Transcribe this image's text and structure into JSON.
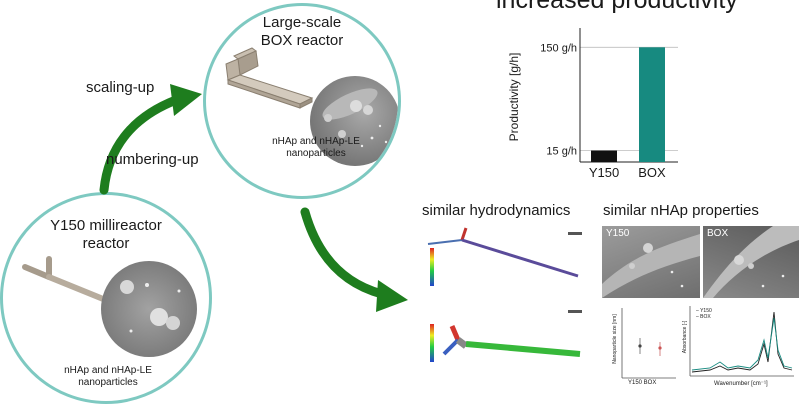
{
  "colors": {
    "circle_border": "#7ec9c1",
    "arrow_green": "#1e7d1e",
    "bar_y150": "#111111",
    "bar_box": "#178a80",
    "sem_gray": "#8f8f8f"
  },
  "top_right_title": "increased productivity",
  "large_circle": {
    "title_line1": "Large-scale",
    "title_line2": "BOX reactor",
    "caption_line1": "nHAp and nHAp-LE",
    "caption_line2": "nanoparticles"
  },
  "small_circle": {
    "title_line1": "Y150 millireactor",
    "title_line2": "reactor",
    "caption_line1": "nHAp and nHAp-LE",
    "caption_line2": "nanoparticles"
  },
  "arrows": {
    "scaling_up": "scaling-up",
    "numbering_up": "numbering-up"
  },
  "chart_data": {
    "type": "bar",
    "categories": [
      "Y150",
      "BOX"
    ],
    "values": [
      15,
      150
    ],
    "ylabel": "Productivity [g/h]",
    "yticks": [
      "15 g/h",
      "150 g/h"
    ],
    "ytick_values": [
      15,
      150
    ],
    "ylim": [
      0,
      170
    ],
    "grid": true
  },
  "hydrodynamics": {
    "title": "similar hydrodynamics"
  },
  "nhap": {
    "title": "similar nHAp properties",
    "sem_label_left": "Y150",
    "sem_label_right": "BOX",
    "size_plot": {
      "ylabel": "Nanoparticle size [nm]",
      "xlabel": "Y150 BOX"
    },
    "spectrum_plot": {
      "ylabel": "Absorbance [-]",
      "xlabel": "Wavenumber [cm⁻¹]",
      "legend": [
        "Y150",
        "BOX"
      ]
    }
  }
}
